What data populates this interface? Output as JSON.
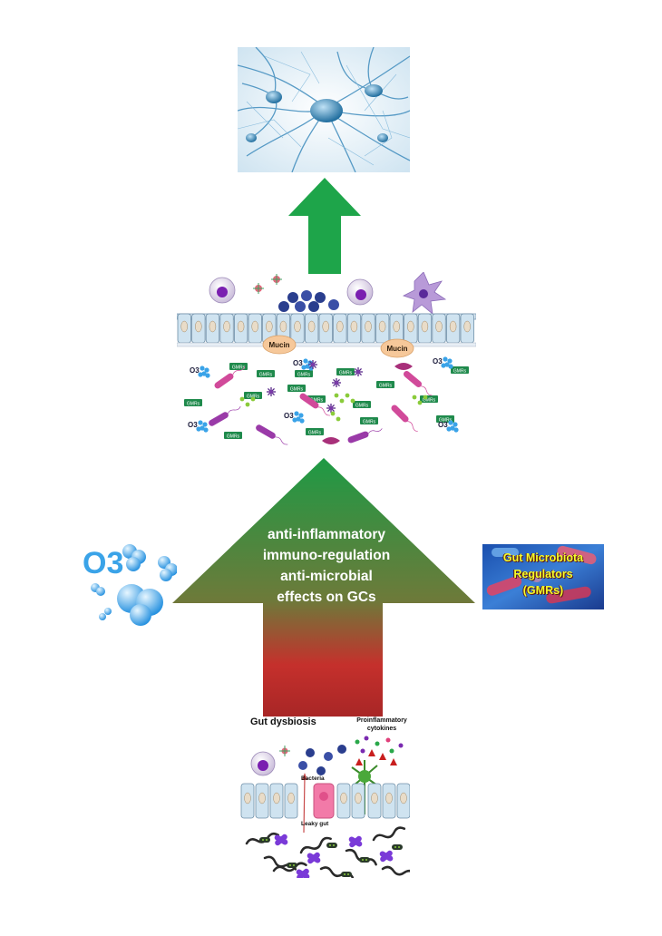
{
  "center_arrow": {
    "lines": [
      "anti-inflammatory",
      "immuno-regulation",
      "anti-microbial",
      "effects on GCs"
    ]
  },
  "ozone": {
    "label": "O3"
  },
  "gmr": {
    "lines": [
      "Gut Microbiota",
      "Regulators",
      "(GMRs)"
    ]
  },
  "healthy_gut": {
    "mucin_label": "Mucin",
    "gmr_tag": "GMRs",
    "ozone_tag": "O3"
  },
  "dysbiosis": {
    "title": "Gut dysbiosis",
    "cytokines_label": "Proinflammatory cytokines",
    "bacteria_label": "Bacteria",
    "leaky_gut_label": "Leaky gut"
  },
  "colors": {
    "arrow_green": "#1ea54a",
    "arrow_top": "#1e9a45",
    "arrow_bottom": "#b42a28",
    "epithelium": "#cfe3f0",
    "mucin": "#f6c89a",
    "gmr_tag": "#1f8a4c",
    "ozone_blue": "#3aa3e8",
    "gmr_text": "#f5ff2a"
  }
}
